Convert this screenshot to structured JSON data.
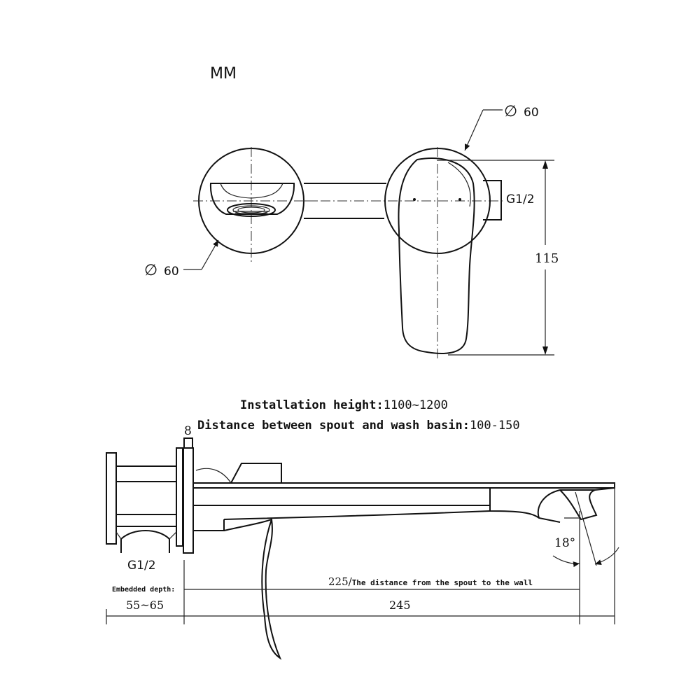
{
  "units_label": "MM",
  "top_view": {
    "left_plate_dia": "60",
    "right_plate_dia": "60",
    "diameter_symbol": "∅",
    "thread_label": "G1/2",
    "height_dim": "115"
  },
  "notes": {
    "installation_height_label": "Installation height:",
    "installation_height_value": "1100~1200",
    "spout_basin_label": "Distance between spout and wash basin:",
    "spout_basin_value": "100-150"
  },
  "side_view": {
    "plate_thickness": "8",
    "thread_label": "G1/2",
    "embedded_depth_label": "Embedded depth:",
    "embedded_depth_value": "55~65",
    "spout_wall_value": "225/",
    "spout_wall_label": "The distance from the spout to the wall",
    "total_length": "245",
    "spout_angle": "18°"
  }
}
